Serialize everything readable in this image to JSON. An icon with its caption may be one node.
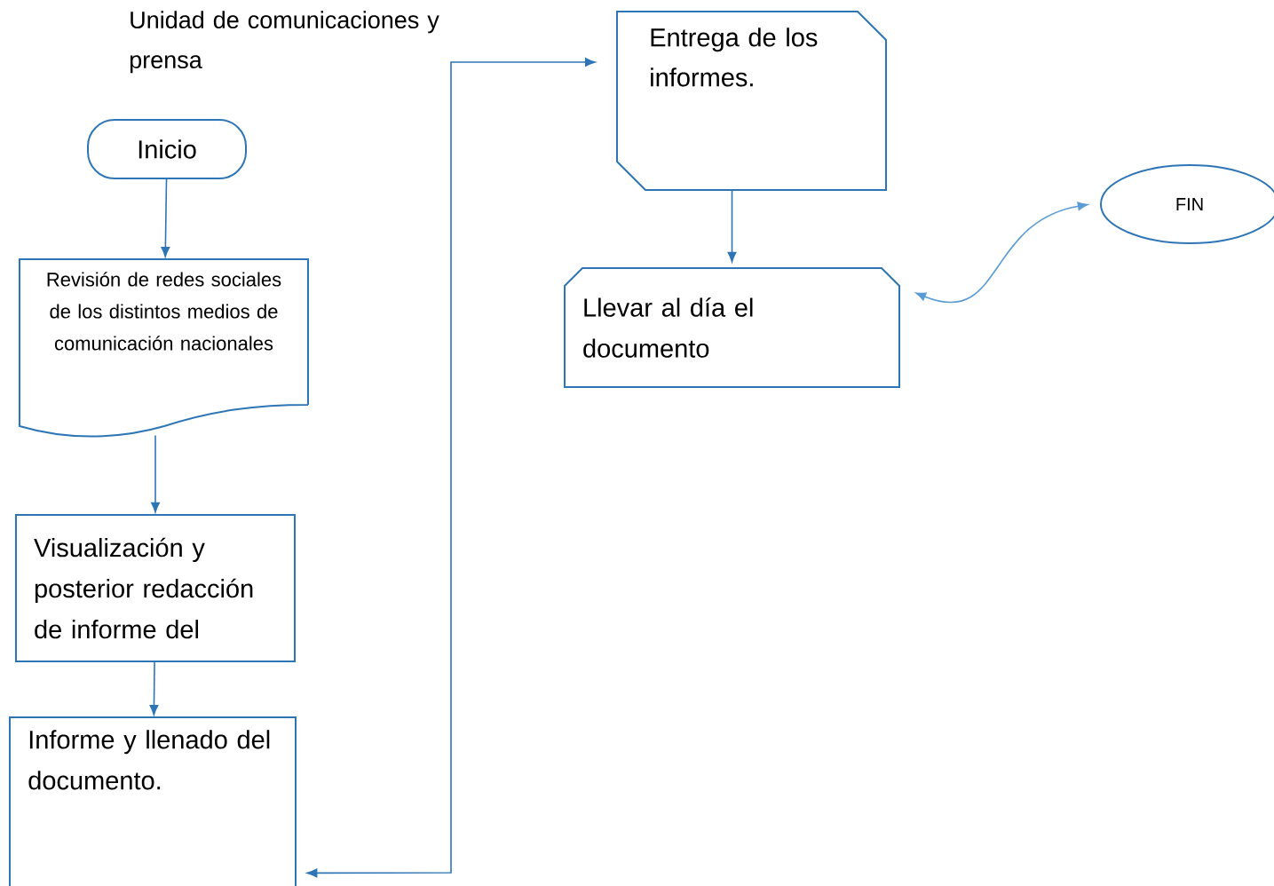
{
  "diagram": {
    "title": "Unidad de comunicaciones y prensa",
    "nodes": [
      {
        "text": [
          "Inicio"
        ]
      },
      {
        "text": [
          "Revisión de redes sociales de los distintos medios de comunicación nacionales"
        ]
      },
      {
        "text": [
          "Visualización y posterior redacción de informe del"
        ]
      },
      {
        "text": [
          "Informe y llenado del documento."
        ]
      },
      {
        "text": [
          "Entrega de los informes."
        ]
      },
      {
        "text": [
          "Llevar al día el documento"
        ]
      },
      {
        "text": [
          "FIN"
        ]
      }
    ],
    "edges": [
      {
        "from": 0,
        "to": 1,
        "arrow": "to"
      },
      {
        "from": 1,
        "to": 2,
        "arrow": "to"
      },
      {
        "from": 2,
        "to": 3,
        "arrow": "to"
      },
      {
        "from": 3,
        "to": 4,
        "arrow": "both"
      },
      {
        "from": 4,
        "to": 5,
        "arrow": "to"
      },
      {
        "from": 5,
        "to": 6,
        "arrow": "both",
        "color": "#5b9bd5"
      }
    ]
  }
}
